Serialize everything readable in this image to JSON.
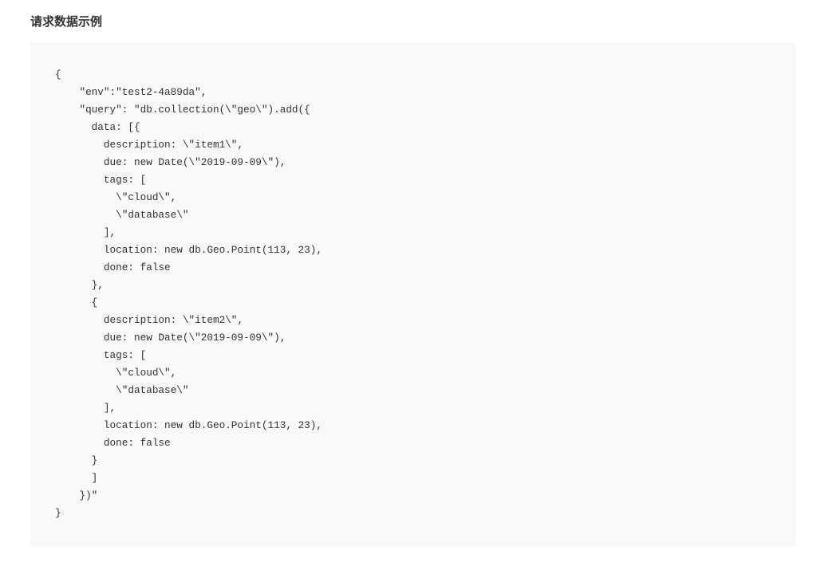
{
  "title": "请求数据示例",
  "code": {
    "lines": [
      "{",
      "    \"env\":\"test2-4a89da\",",
      "    \"query\": \"db.collection(\\\"geo\\\").add({",
      "      data: [{",
      "        description: \\\"item1\\\",",
      "        due: new Date(\\\"2019-09-09\\\"),",
      "        tags: [",
      "          \\\"cloud\\\",",
      "          \\\"database\\\"",
      "        ],",
      "        location: new db.Geo.Point(113, 23),",
      "        done: false",
      "      },",
      "      {",
      "        description: \\\"item2\\\",",
      "        due: new Date(\\\"2019-09-09\\\"),",
      "        tags: [",
      "          \\\"cloud\\\",",
      "          \\\"database\\\"",
      "        ],",
      "        location: new db.Geo.Point(113, 23),",
      "        done: false",
      "      }",
      "      ]",
      "    })\"",
      "}"
    ]
  }
}
